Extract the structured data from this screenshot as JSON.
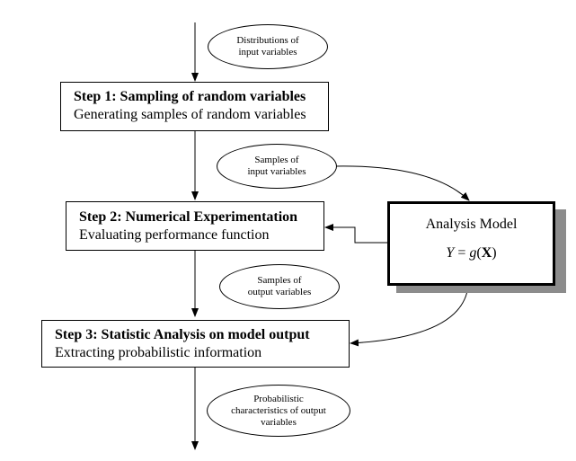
{
  "steps": [
    {
      "title": "Step 1: Sampling of random variables",
      "subtitle": "Generating samples of random variables"
    },
    {
      "title": "Step 2: Numerical Experimentation",
      "subtitle": "Evaluating performance function"
    },
    {
      "title": "Step 3: Statistic Analysis on model output",
      "subtitle": "Extracting probabilistic information"
    }
  ],
  "annotations": {
    "distributions": "Distributions of\ninput variables",
    "input_samples": "Samples of\ninput variables",
    "output_samples": "Samples of\noutput variables",
    "probabilistic": "Probabilistic\ncharacteristics of output\nvariables"
  },
  "model": {
    "title": "Analysis Model",
    "eq_y": "Y",
    "eq_eq": " = ",
    "eq_g": "g",
    "eq_open": "(",
    "eq_x": "X",
    "eq_close": ")"
  }
}
